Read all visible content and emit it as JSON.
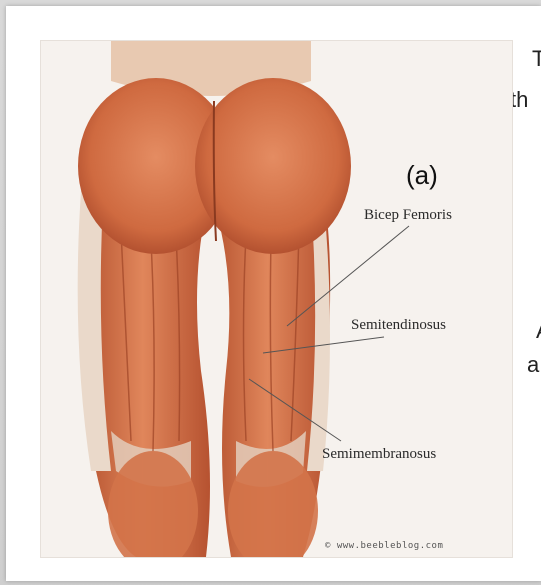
{
  "figure_label": "(a)",
  "labels": {
    "bicep_femoris": "Bicep Femoris",
    "semitendinosus": "Semitendinosus",
    "semimembranosus": "Semimembranosus"
  },
  "watermark": "© www.beebleblog.com",
  "side_text": {
    "line1": "T",
    "line2": "th",
    "line3": "A",
    "line4": "a"
  },
  "colors": {
    "muscle": "#d9784f",
    "muscle_dark": "#b5532e",
    "tendon": "#e9dccf",
    "background": "#f6f2ee"
  }
}
